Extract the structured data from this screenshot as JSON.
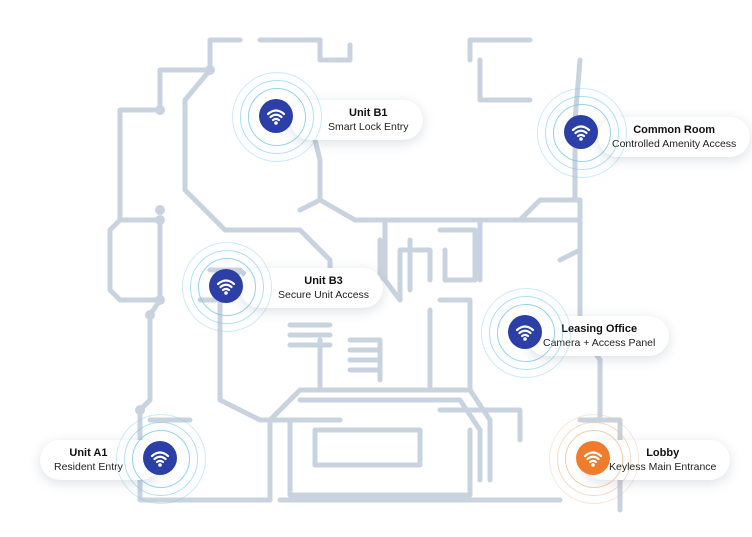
{
  "devices": [
    {
      "id": "unit-b1",
      "title": "Unit B1",
      "subtitle": "Smart Lock Entry",
      "color": "#2b3fa6",
      "ring": "#6cc6e6"
    },
    {
      "id": "common-room",
      "title": "Common Room",
      "subtitle": "Controlled Amenity Access",
      "color": "#2b3fa6",
      "ring": "#6cc6e6"
    },
    {
      "id": "unit-b3",
      "title": "Unit B3",
      "subtitle": "Secure Unit Access",
      "color": "#2b3fa6",
      "ring": "#6cc6e6"
    },
    {
      "id": "leasing-office",
      "title": "Leasing Office",
      "subtitle": "Camera + Access Panel",
      "color": "#2b3fa6",
      "ring": "#6cc6e6"
    },
    {
      "id": "unit-a1",
      "title": "Unit A1",
      "subtitle": "Resident Entry",
      "color": "#2b3fa6",
      "ring": "#6cc6e6"
    },
    {
      "id": "lobby",
      "title": "Lobby",
      "subtitle": "Keyless Main Entrance",
      "color": "#f07b2a",
      "ring": "#f4b88a"
    }
  ]
}
